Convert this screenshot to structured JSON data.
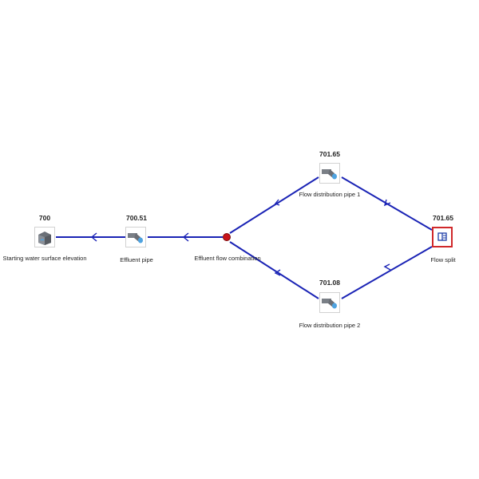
{
  "nodes": {
    "start": {
      "value": "700",
      "label": "Starting water surface elevation",
      "icon": "reservoir-icon"
    },
    "effluent_pipe": {
      "value": "700.51",
      "label": "Effluent pipe",
      "icon": "pipe-icon"
    },
    "combination": {
      "value": "",
      "label": "Effluent flow combination",
      "icon": "junction-icon"
    },
    "pipe1": {
      "value": "701.65",
      "label": "Flow distribution pipe 1",
      "icon": "pipe-icon"
    },
    "pipe2": {
      "value": "701.08",
      "label": "Flow distribution pipe 2",
      "icon": "pipe-icon"
    },
    "split": {
      "value": "701.65",
      "label": "Flow split",
      "icon": "flow-split-icon",
      "selected": true
    }
  },
  "colors": {
    "link": "#1a23b5",
    "junction": "#c8141a",
    "selection": "#d0282a"
  }
}
